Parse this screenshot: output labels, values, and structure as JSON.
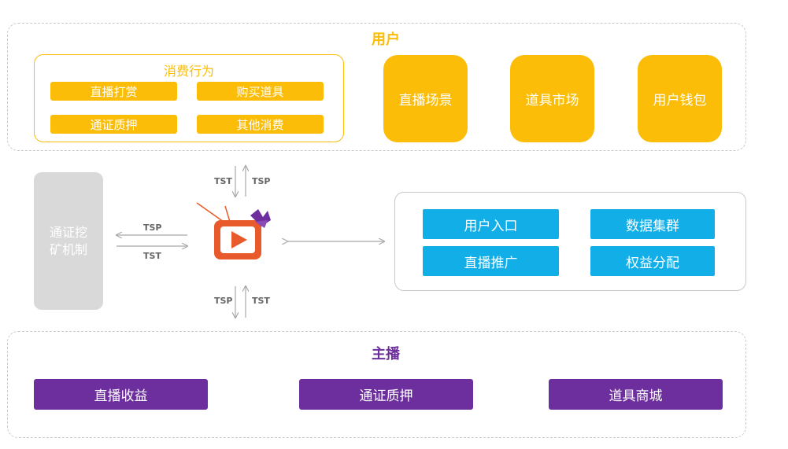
{
  "user_panel": {
    "title": "用户",
    "consumption": {
      "title": "消费行为",
      "items": [
        "直播打赏",
        "购买道具",
        "通证质押",
        "其他消费"
      ]
    },
    "boxes": [
      "直播场景",
      "道具市场",
      "用户钱包"
    ]
  },
  "mining": {
    "line1": "通证挖",
    "line2": "矿机制"
  },
  "flows": {
    "top_left": "TST",
    "top_right": "TSP",
    "left_top": "TSP",
    "left_bottom": "TST",
    "bottom_left": "TSP",
    "bottom_right": "TST"
  },
  "platform": {
    "items": [
      "用户入口",
      "数据集群",
      "直播推广",
      "权益分配"
    ]
  },
  "streamer_panel": {
    "title": "主播",
    "items": [
      "直播收益",
      "通证质押",
      "道具商城"
    ]
  },
  "colors": {
    "orange": "#fbbd08",
    "blue": "#11aee8",
    "purple": "#6c2f9d",
    "gray": "#d9d9d9",
    "tv_red": "#e85a2c",
    "tv_purple": "#6c2f9d"
  },
  "icons": {
    "center": "tv-play-icon"
  }
}
